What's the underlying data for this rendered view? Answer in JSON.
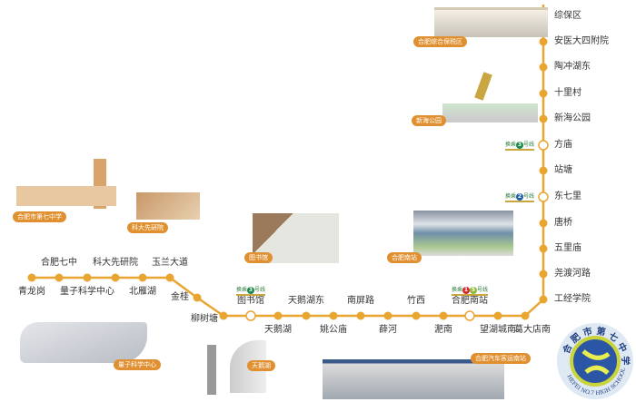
{
  "line_color": "#e8a631",
  "stations": [
    "青龙岗",
    "合肥七中",
    "量子科学中心",
    "科大先研院",
    "北雁湖",
    "玉兰大道",
    "金桂",
    "柳树塘",
    "图书馆",
    "天鹅湖",
    "天鹅湖东",
    "姚公庙",
    "南屏路",
    "薛河",
    "竹西",
    "淝南",
    "合肥南站",
    "望湖城南",
    "葛大店南",
    "工经学院",
    "尧渡河路",
    "五里庙",
    "唐桥",
    "东七里",
    "站塘",
    "方庙",
    "新海公园",
    "十里村",
    "陶冲湖东",
    "安医大四附院",
    "综保区"
  ],
  "transfers": [
    {
      "station": "方庙",
      "prefix": "换乘",
      "line": "3",
      "suffix": "号线",
      "color": "#1a8a4a"
    },
    {
      "station": "东七里",
      "prefix": "换乘",
      "line": "2",
      "suffix": "号线",
      "color": "#1f5fa8"
    },
    {
      "station": "图书馆",
      "prefix": "换乘",
      "line": "3",
      "suffix": "号线",
      "color": "#1a8a4a"
    },
    {
      "station": "合肥南站",
      "prefix": "换乘",
      "line": "1",
      "line2": "5",
      "suffix": "号线",
      "color": "#d42a2a",
      "color2": "#8cb832"
    }
  ],
  "landmarks": [
    "合肥综合保税区",
    "新海公园",
    "合肥市第七中学",
    "科大先研院",
    "图书馆",
    "合肥南站",
    "量子科学中心",
    "天鹅湖",
    "合肥汽车客运南站"
  ],
  "logo": {
    "cn": "合肥市第七中学",
    "en": "HEFEI NO.7 HIGH SCHOOL"
  }
}
